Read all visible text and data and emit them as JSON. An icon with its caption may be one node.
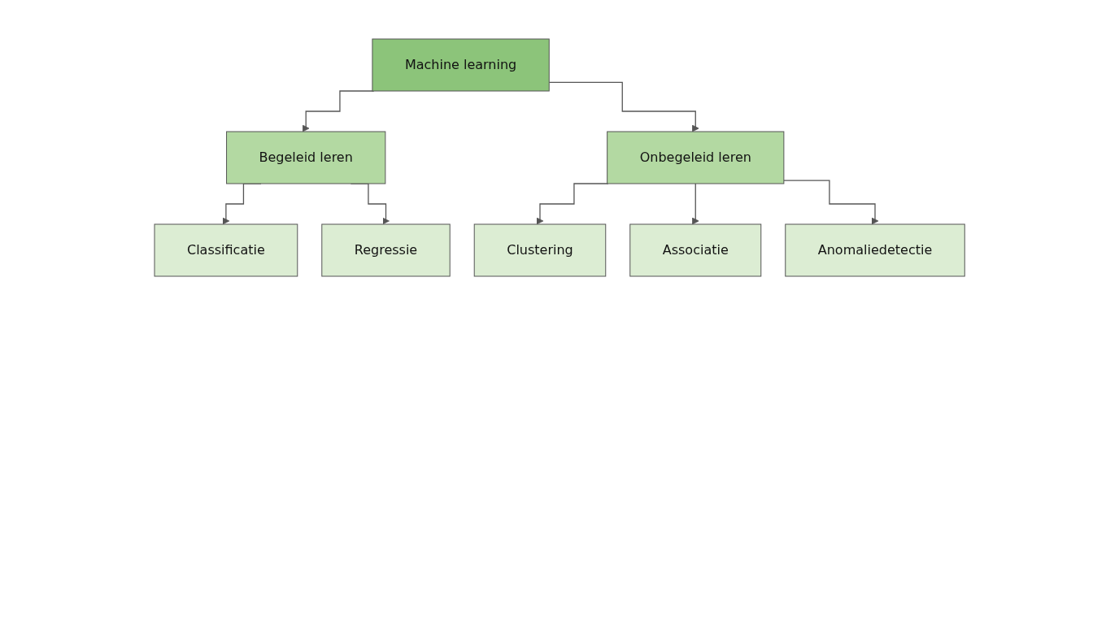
{
  "diagram": {
    "nodes": [
      {
        "text": [
          "Machine learning"
        ]
      },
      {
        "text": [
          "Begeleid leren"
        ]
      },
      {
        "text": [
          "Onbegeleid leren"
        ]
      },
      {
        "text": [
          "Classificatie"
        ]
      },
      {
        "text": [
          "Regressie"
        ]
      },
      {
        "text": [
          "Clustering"
        ]
      },
      {
        "text": [
          "Associatie"
        ]
      },
      {
        "text": [
          "Anomaliedetectie"
        ]
      }
    ],
    "edges": [
      {
        "from": 0,
        "to": 1,
        "arrow": "to"
      },
      {
        "from": 0,
        "to": 2,
        "arrow": "to"
      },
      {
        "from": 1,
        "to": 3,
        "arrow": "to"
      },
      {
        "from": 1,
        "to": 4,
        "arrow": "to"
      },
      {
        "from": 2,
        "to": 5,
        "arrow": "to"
      },
      {
        "from": 2,
        "to": 6,
        "arrow": "to"
      },
      {
        "from": 2,
        "to": 7,
        "arrow": "to"
      }
    ]
  }
}
